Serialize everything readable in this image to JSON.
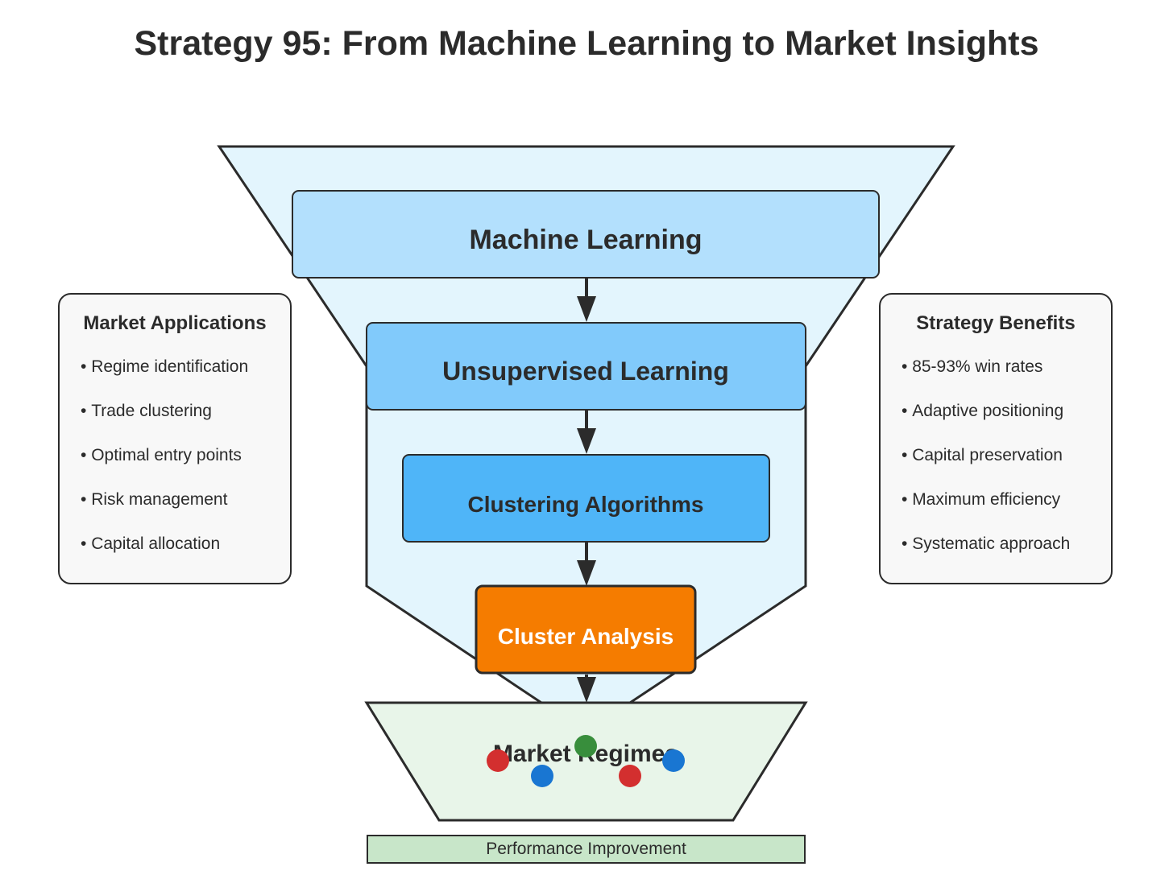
{
  "title": "Strategy 95: From Machine Learning to Market Insights",
  "colors": {
    "funnel_fill": "#e3f5fd",
    "stroke": "#2b2b2b",
    "ml_fill": "#b3e0fd",
    "ul_fill": "#81cafb",
    "clustering_fill": "#4fb5f8",
    "cluster_analysis_fill": "#f57c00",
    "regimes_fill": "#e8f5e9",
    "perf_fill": "#c8e6c9",
    "dot_red": "#d32f2f",
    "dot_blue": "#1976d2",
    "dot_green": "#388e3c"
  },
  "nodes": {
    "machine_learning": "Machine Learning",
    "unsupervised_learning": "Unsupervised Learning",
    "clustering_algorithms": "Clustering Algorithms",
    "cluster_analysis": "Cluster Analysis",
    "market_regimes": "Market Regimes"
  },
  "regime_dots": [
    {
      "color": "red"
    },
    {
      "color": "blue"
    },
    {
      "color": "green"
    },
    {
      "color": "red"
    },
    {
      "color": "blue"
    }
  ],
  "performance_label": "Performance Improvement",
  "market_applications": {
    "title": "Market Applications",
    "items": [
      "Regime identification",
      "Trade clustering",
      "Optimal entry points",
      "Risk management",
      "Capital allocation"
    ]
  },
  "strategy_benefits": {
    "title": "Strategy Benefits",
    "items": [
      "85-93% win rates",
      "Adaptive positioning",
      "Capital preservation",
      "Maximum efficiency",
      "Systematic approach"
    ]
  }
}
